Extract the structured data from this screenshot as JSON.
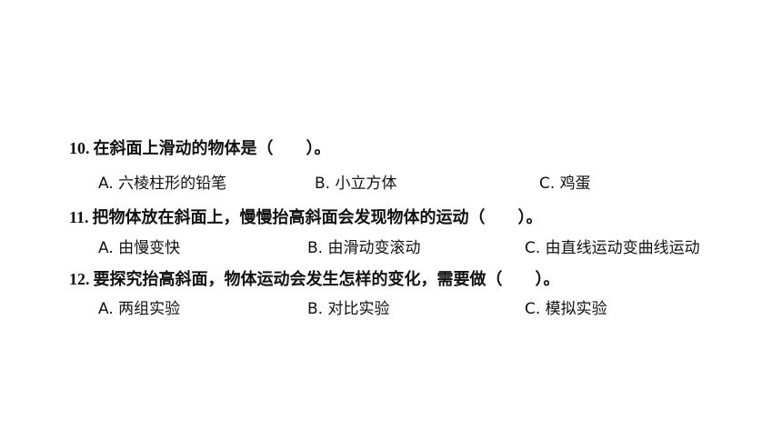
{
  "questions": [
    {
      "number": "10.",
      "text": "在斜面上滑动的物体是（　　）。",
      "options": [
        "A. 六棱柱形的铅笔",
        "B. 小立方体",
        "C. 鸡蛋"
      ]
    },
    {
      "number": "11.",
      "text": "把物体放在斜面上，慢慢抬高斜面会发现物体的运动（　　）。",
      "options": [
        "A. 由慢变快",
        "B. 由滑动变滚动",
        "C. 由直线运动变曲线运动"
      ]
    },
    {
      "number": "12.",
      "text": "要探究抬高斜面，物体运动会发生怎样的变化，需要做（　　）。",
      "options": [
        "A. 两组实验",
        "B. 对比实验",
        "C. 模拟实验"
      ]
    }
  ]
}
